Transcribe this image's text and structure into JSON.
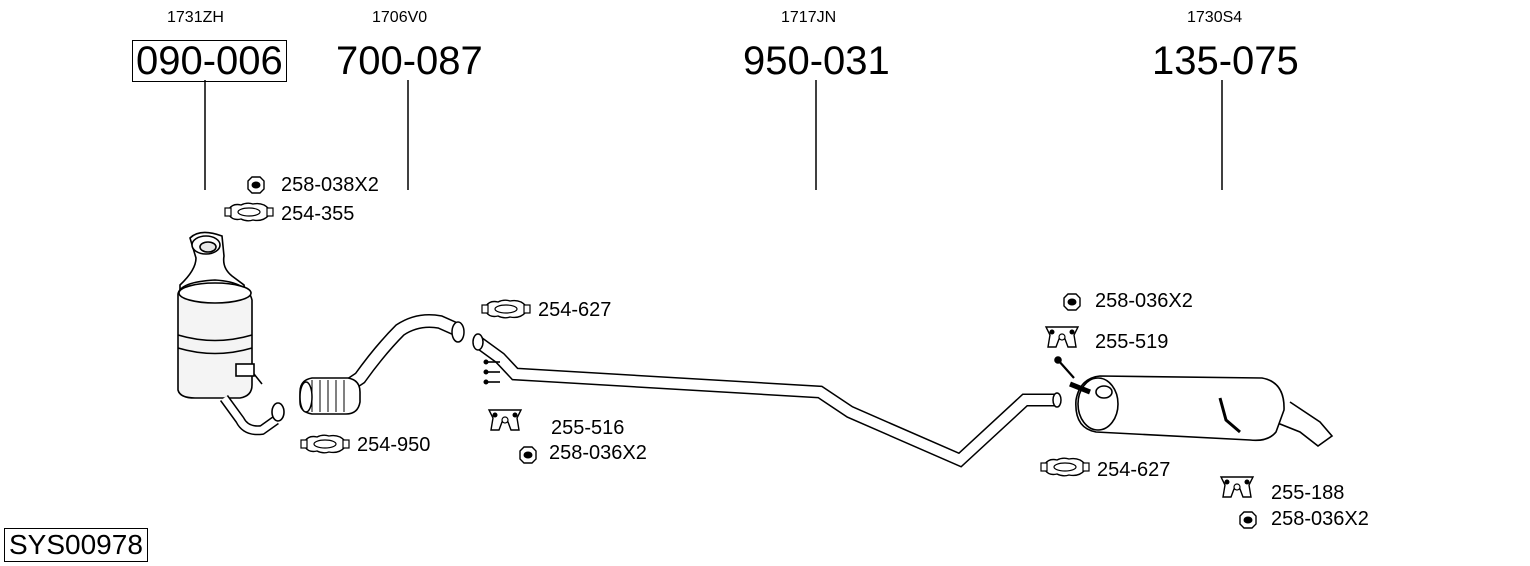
{
  "system_id": "SYS00978",
  "parts": [
    {
      "code": "1731ZH",
      "part_number": "090-006",
      "boxed": true
    },
    {
      "code": "1706V0",
      "part_number": "700-087",
      "boxed": false
    },
    {
      "code": "1717JN",
      "part_number": "950-031",
      "boxed": false
    },
    {
      "code": "1730S4",
      "part_number": "135-075",
      "boxed": false
    }
  ],
  "accessories": [
    {
      "label": "258-038X2",
      "icon": "nut-icon"
    },
    {
      "label": "254-355",
      "icon": "clamp-icon"
    },
    {
      "label": "254-627",
      "icon": "clamp-icon"
    },
    {
      "label": "254-950",
      "icon": "clamp-icon"
    },
    {
      "label": "255-516",
      "icon": "hanger-icon"
    },
    {
      "label": "258-036X2",
      "icon": "nut-icon"
    },
    {
      "label": "258-036X2",
      "icon": "nut-icon"
    },
    {
      "label": "255-519",
      "icon": "hanger-icon"
    },
    {
      "label": "254-627",
      "icon": "clamp-icon"
    },
    {
      "label": "255-188",
      "icon": "hanger-icon"
    },
    {
      "label": "258-036X2",
      "icon": "nut-icon"
    }
  ]
}
